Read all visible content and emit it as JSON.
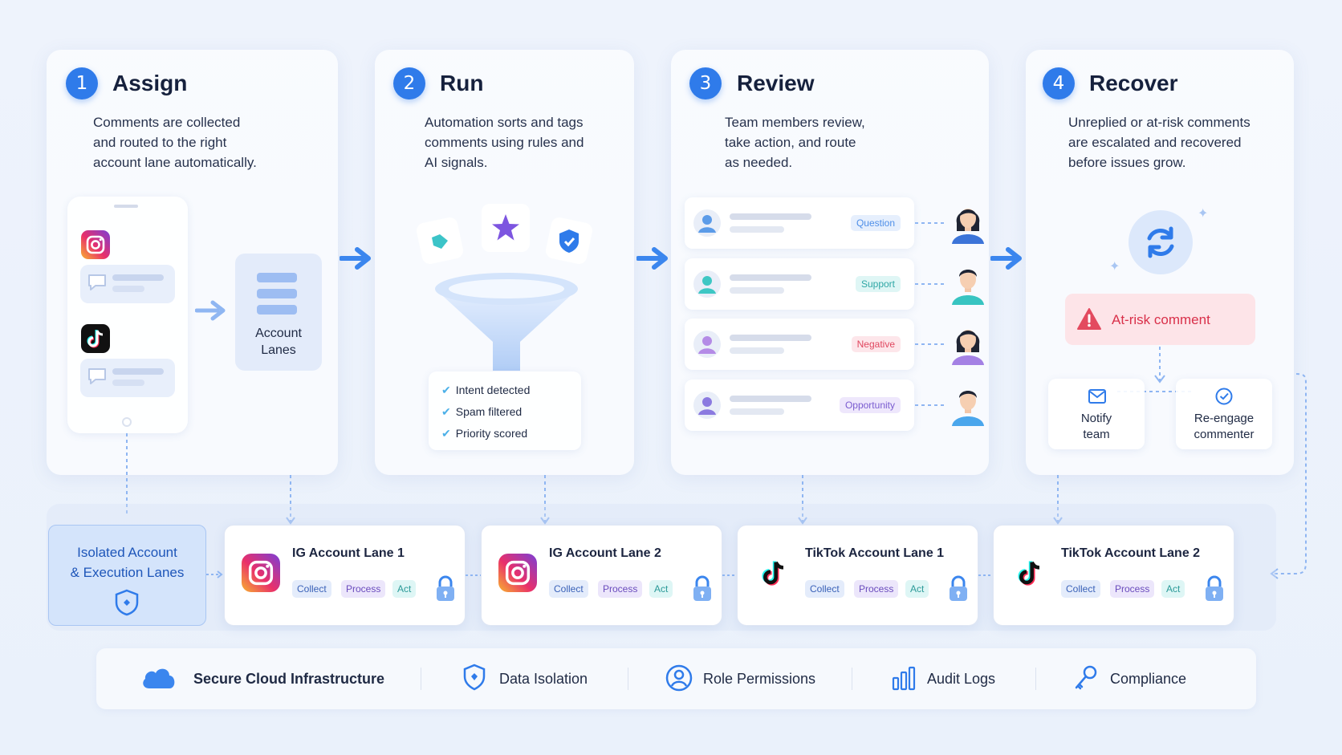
{
  "steps": [
    {
      "num": "1",
      "title": "Assign",
      "desc": "Comments are collected\nand routed to the right\naccount lane automatically."
    },
    {
      "num": "2",
      "title": "Run",
      "desc": "Automation sorts and tags\ncomments using rules and\nAI signals."
    },
    {
      "num": "3",
      "title": "Review",
      "desc": "Team members review,\ntake action, and route\nas needed."
    },
    {
      "num": "4",
      "title": "Recover",
      "desc": "Unreplied or at-risk comments\nare escalated and recovered\nbefore issues grow."
    }
  ],
  "assign": {
    "account_lanes_label": "Account\nLanes"
  },
  "run": {
    "checks": [
      "Intent detected",
      "Spam filtered",
      "Priority scored"
    ]
  },
  "review": {
    "items": [
      {
        "tag": "Question",
        "color": "#4f8fe8",
        "bg": "#e6effd"
      },
      {
        "tag": "Support",
        "color": "#2fa7a5",
        "bg": "#dff6f5"
      },
      {
        "tag": "Negative",
        "color": "#e0475f",
        "bg": "#fde6ea"
      },
      {
        "tag": "Opportunity",
        "color": "#7a5cd0",
        "bg": "#eee7fc"
      }
    ]
  },
  "recover": {
    "alert": "At-risk comment",
    "notify": "Notify\nteam",
    "reengage": "Re-engage\ncommenter"
  },
  "lanes": {
    "isolated_label": "Isolated Account\n& Execution Lanes",
    "items": [
      {
        "title": "IG Account Lane 1",
        "platform": "instagram"
      },
      {
        "title": "IG Account Lane 2",
        "platform": "instagram"
      },
      {
        "title": "TikTok Account Lane 1",
        "platform": "tiktok"
      },
      {
        "title": "TikTok Account Lane 2",
        "platform": "tiktok"
      }
    ],
    "tags": [
      "Collect",
      "Process",
      "Act"
    ]
  },
  "footer": {
    "items": [
      "Secure Cloud Infrastructure",
      "Data Isolation",
      "Role Permissions",
      "Audit Logs",
      "Compliance"
    ]
  },
  "colors": {
    "accent": "#2f7bea",
    "alert": "#e0475f"
  }
}
